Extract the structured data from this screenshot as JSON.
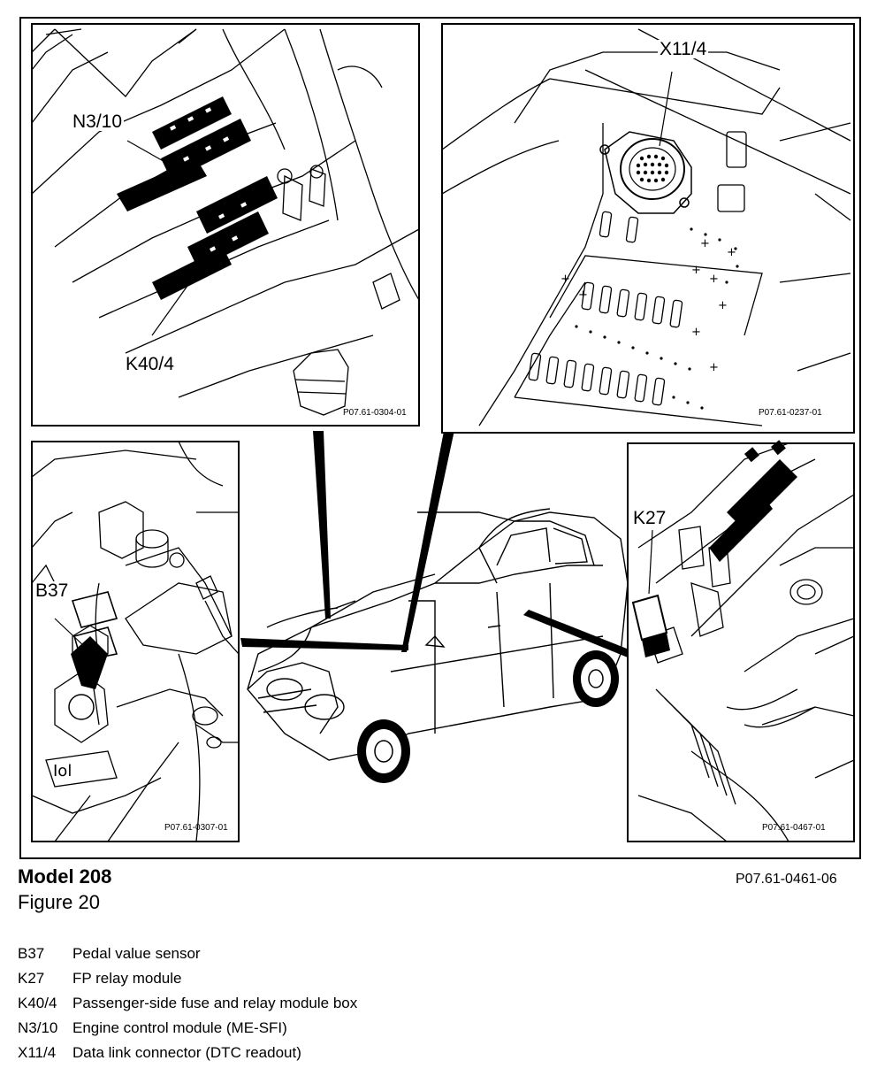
{
  "callouts": {
    "n3_10": "N3/10",
    "k40_4": "K40/4",
    "x11_4": "X11/4",
    "b37": "B37",
    "k27": "K27"
  },
  "panel_codes": {
    "top_left": "P07.61-0304-01",
    "top_right": "P07.61-0237-01",
    "bottom_left": "P07.61-0307-01",
    "bottom_right": "P07.61-0467-01"
  },
  "caption": {
    "model": "Model 208",
    "figure": "Figure 20",
    "code": "P07.61-0461-06"
  },
  "legend": [
    {
      "code": "B37",
      "text": "Pedal value sensor"
    },
    {
      "code": "K27",
      "text": "FP relay module"
    },
    {
      "code": "K40/4",
      "text": "Passenger-side fuse and relay module box"
    },
    {
      "code": "N3/10",
      "text": "Engine control module (ME-SFI)"
    },
    {
      "code": "X11/4",
      "text": "Data link connector (DTC readout)"
    }
  ]
}
